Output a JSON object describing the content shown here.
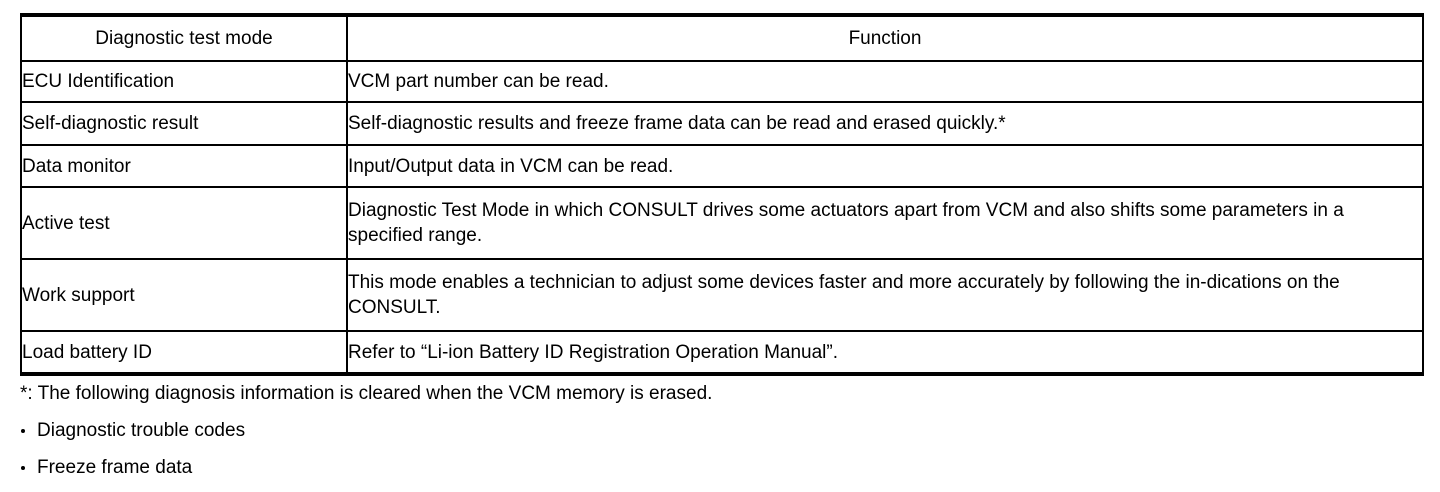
{
  "table": {
    "columns": [
      {
        "header": "Diagnostic test mode",
        "align": "center"
      },
      {
        "header": "Function",
        "align": "center"
      }
    ],
    "rows": [
      {
        "mode": "ECU Identification",
        "function": "VCM part number can be read."
      },
      {
        "mode": "Self-diagnostic result",
        "function": "Self-diagnostic results and freeze frame data can be read and erased quickly.*"
      },
      {
        "mode": "Data monitor",
        "function": "Input/Output data in VCM can be read."
      },
      {
        "mode": "Active test",
        "function": "Diagnostic Test Mode in which CONSULT drives some actuators apart from VCM and also shifts some parameters in a specified range."
      },
      {
        "mode": "Work support",
        "function": "This mode enables a technician to adjust some devices faster and more accurately by following the in-dications on the CONSULT."
      },
      {
        "mode": "Load battery ID",
        "function": "Refer to “Li-ion Battery ID Registration Operation Manual”."
      }
    ]
  },
  "notes": {
    "footnote": "*: The following diagnosis information is cleared when the VCM memory is erased.",
    "bullets": [
      "Diagnostic trouble codes",
      "Freeze frame data"
    ]
  },
  "colors": {
    "text": "#000000",
    "rule": "#000000",
    "background": "#ffffff"
  }
}
